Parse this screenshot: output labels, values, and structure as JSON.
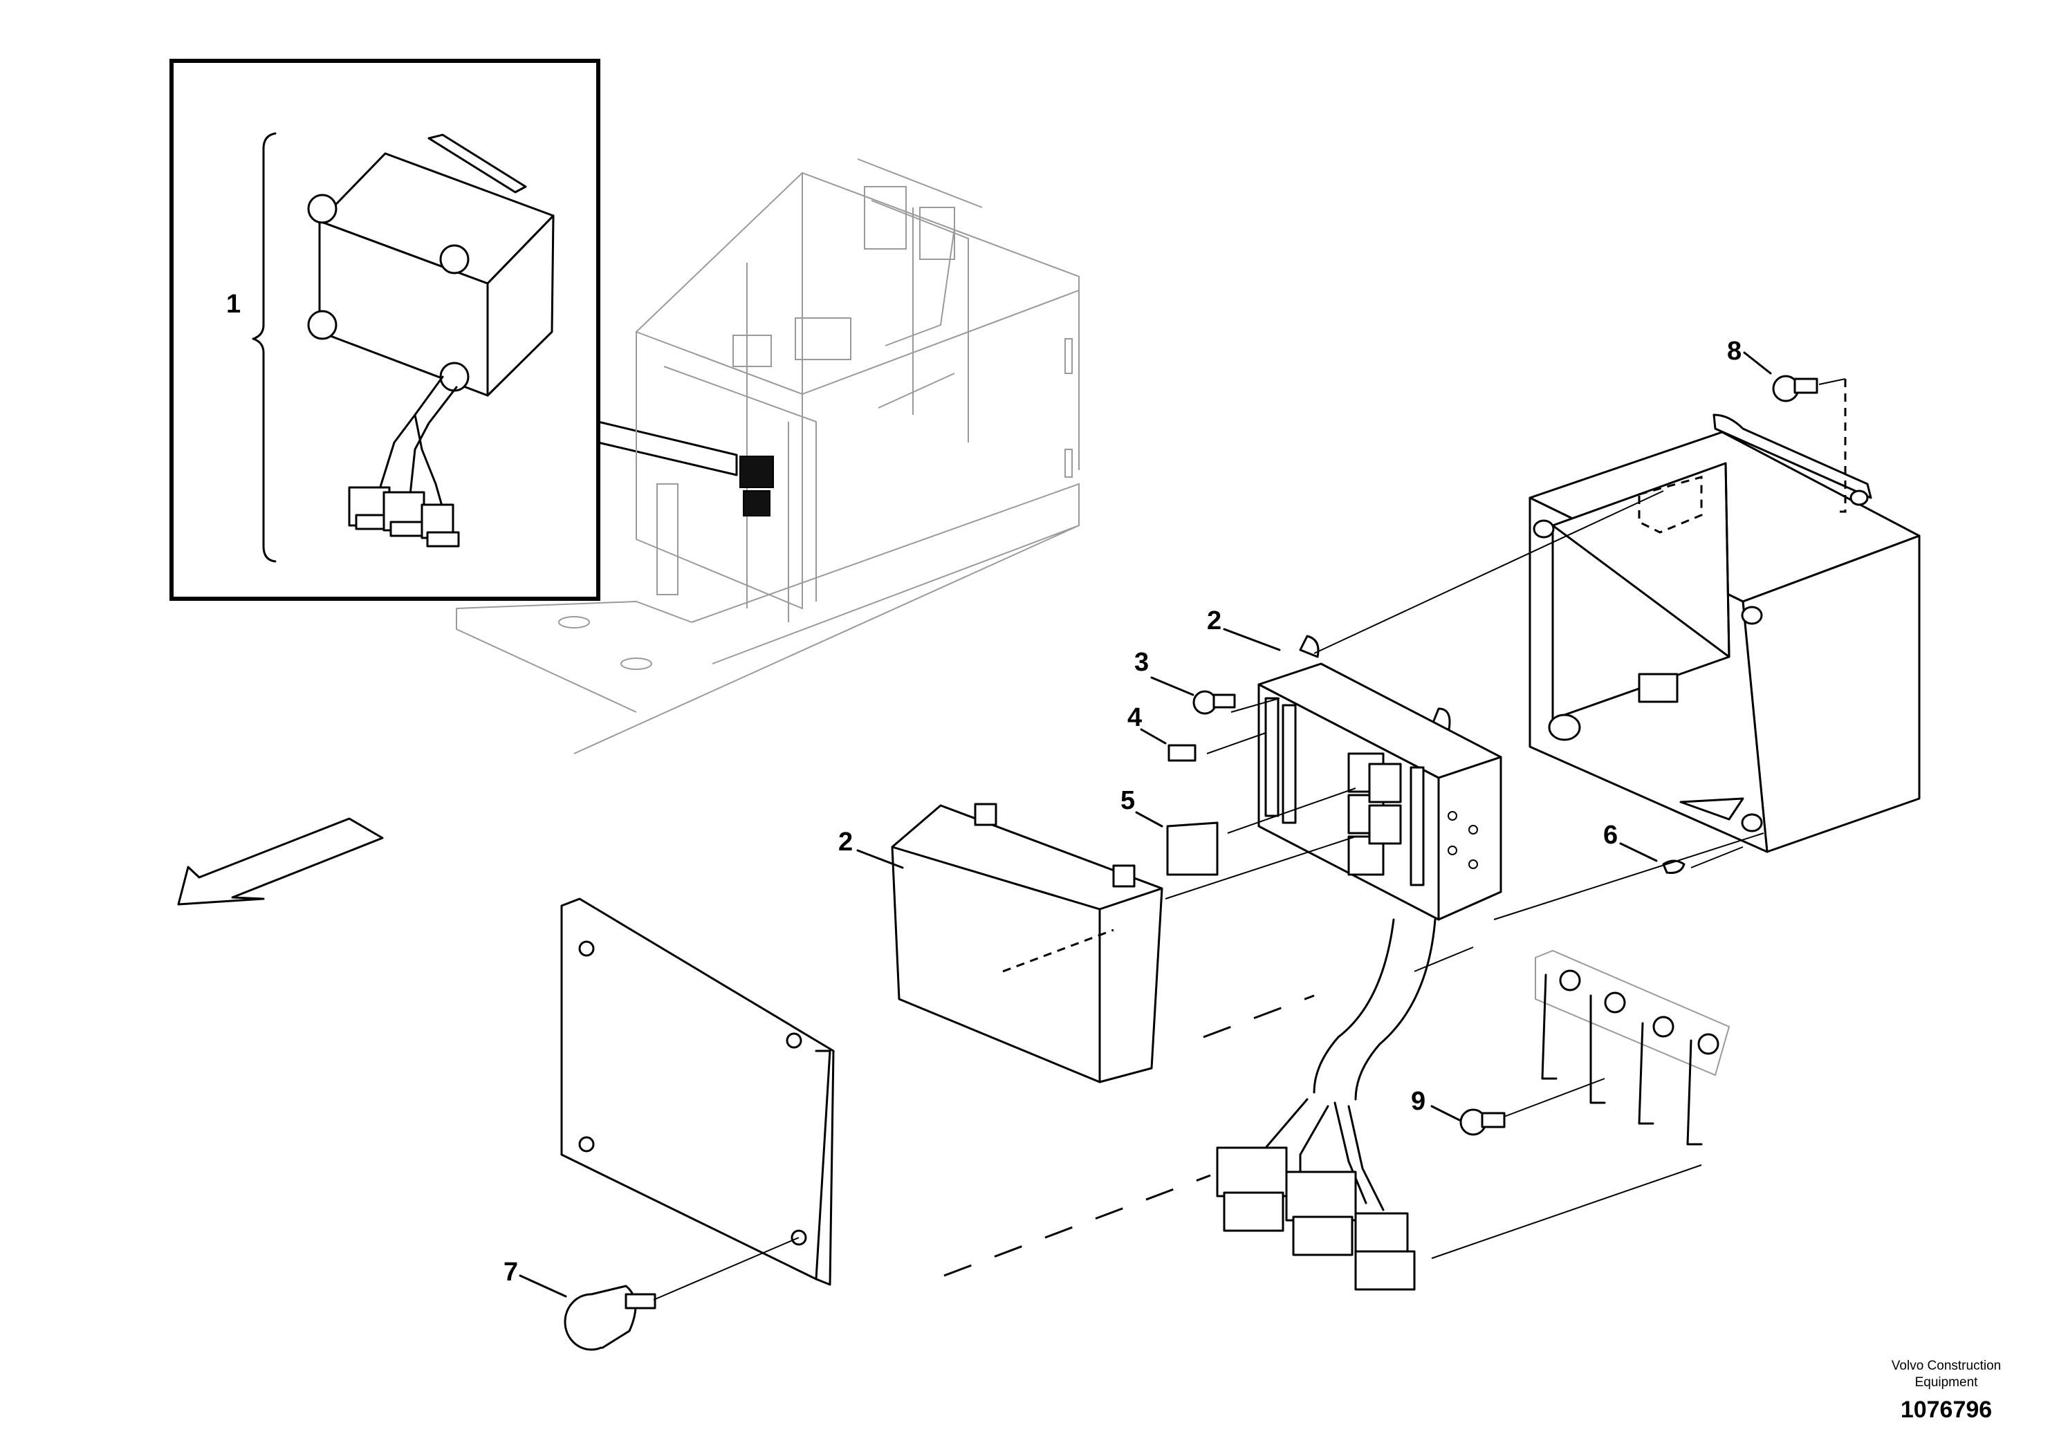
{
  "callouts": {
    "c1": "1",
    "c2a": "2",
    "c2b": "2",
    "c3": "3",
    "c4": "4",
    "c5": "5",
    "c6": "6",
    "c7": "7",
    "c8": "8",
    "c9": "9"
  },
  "footer": {
    "brand_line1": "Volvo Construction",
    "brand_line2": "Equipment",
    "doc_number": "1076796"
  }
}
